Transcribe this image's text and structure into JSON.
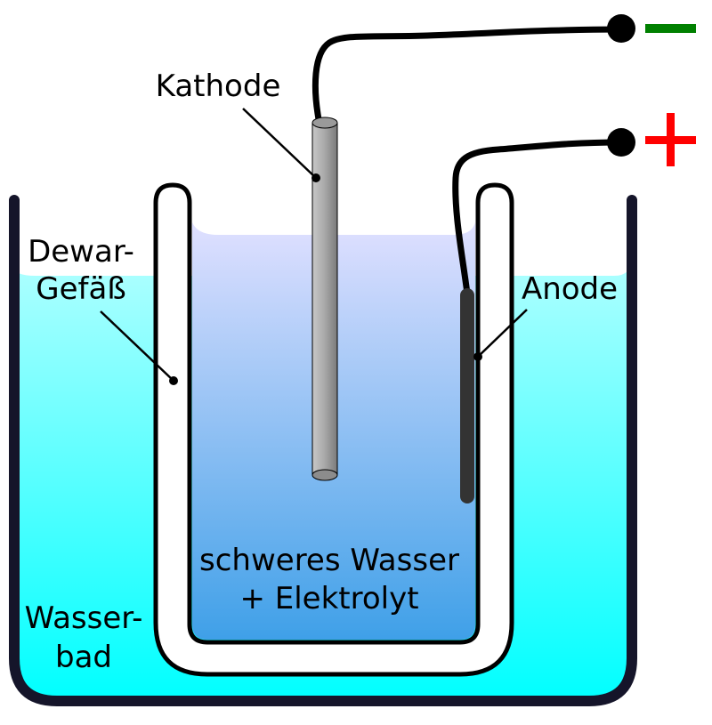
{
  "labels": {
    "kathode": "Kathode",
    "anode": "Anode",
    "dewar_line1": "Dewar-",
    "dewar_line2": "Gefäß",
    "electrolyte_line1": "schweres Wasser",
    "electrolyte_line2": "+ Elektrolyt",
    "bath_line1": "Wasser-",
    "bath_line2": "bad"
  },
  "terminals": {
    "negative_color": "#008000",
    "positive_color": "#ff0000"
  },
  "colors": {
    "bath_water_top": "#b0ffff",
    "bath_water_bottom": "#00ffff",
    "electrolyte_top": "#e0e0ff",
    "electrolyte_bottom": "#3fa0e8",
    "bath_wall": "#15152a",
    "cathode": "#a8a8a8",
    "anode": "#333333"
  }
}
